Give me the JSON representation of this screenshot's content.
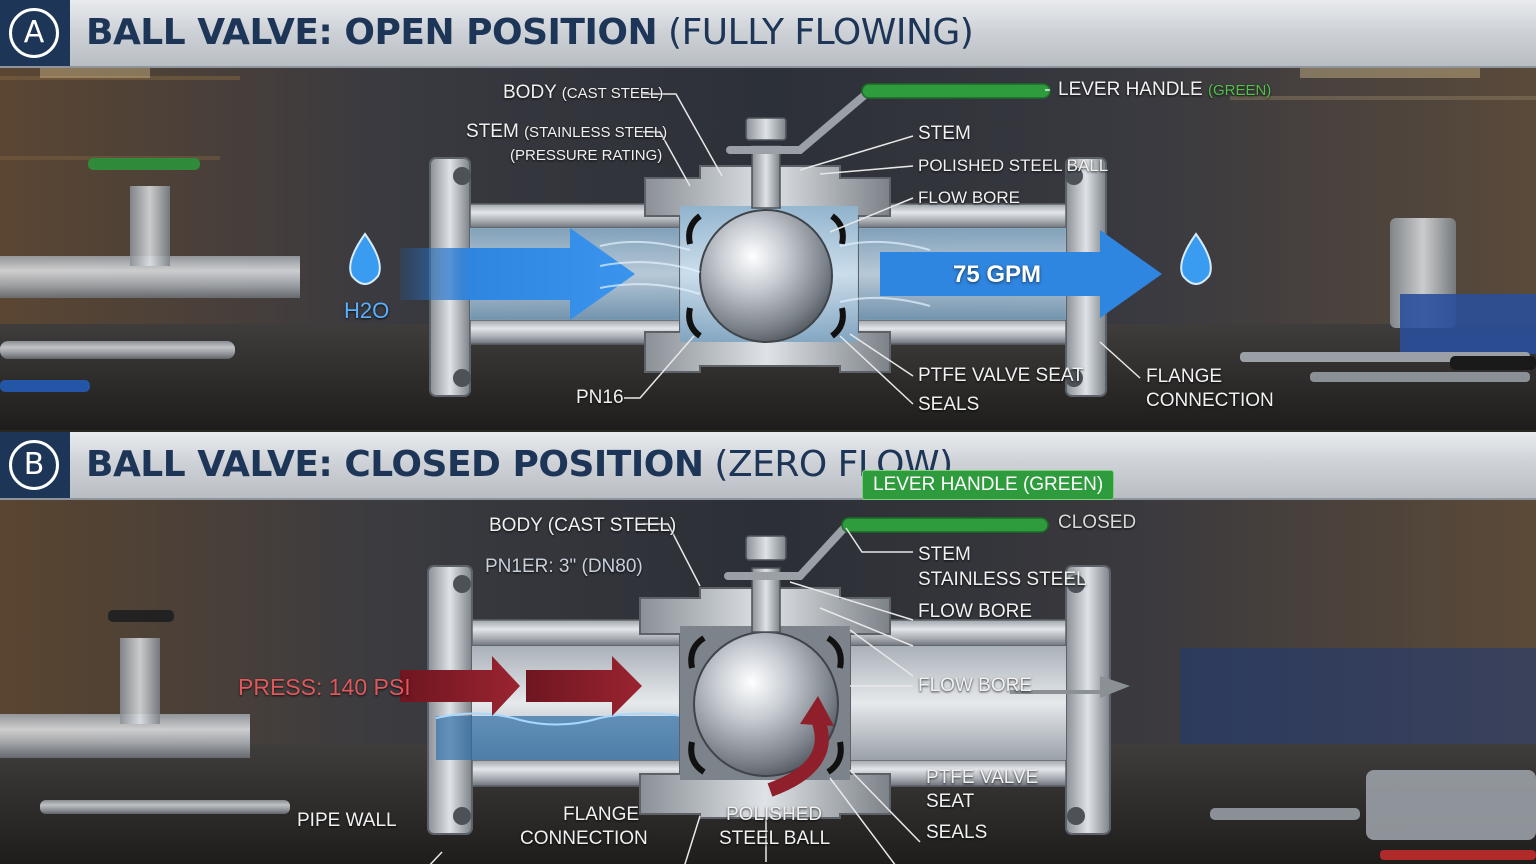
{
  "panel_a": {
    "badge": "A",
    "title_bold": "BALL VALVE: OPEN POSITION",
    "title_light": "(FULLY FLOWING)",
    "labels": {
      "body": "BODY",
      "body_sub": "(CAST STEEL)",
      "stem_left": "STEM",
      "stem_left_sub": "(STAINLESS STEEL)",
      "pressure_rating": "(PRESSURE RATING)",
      "lever": "LEVER HANDLE",
      "lever_sub": "(GREEN)",
      "stem": "STEM",
      "ball": "POLISHED STEEL BALL",
      "flow_bore": "FLOW BORE",
      "ptfe": "PTFE VALVE SEAT",
      "seals": "SEALS",
      "flange_1": "FLANGE",
      "flange_2": "CONNECTION",
      "pn16": "PN16",
      "h2o": "H2O",
      "flow_rate": "75 GPM"
    }
  },
  "panel_b": {
    "badge": "B",
    "title_bold": "BALL VALVE: CLOSED POSITION",
    "title_light": "(ZERO FLOW)",
    "labels": {
      "lever": "LEVER HANDLE (GREEN)",
      "closed": "CLOSED",
      "body": "BODY (CAST STEEL)",
      "size": "PN1ER: 3\" (DN80)",
      "stem": "STEM",
      "stainless": "STAINLESS STEEL",
      "flow_bore_top": "FLOW BORE",
      "flow_bore_mid": "FLOW BORE",
      "press": "PRESS: 140 PSI",
      "ptfe_1": "PTFE VALVE",
      "ptfe_2": "SEAT",
      "seals": "SEALS",
      "pipe_wall": "PIPE WALL",
      "flange_1": "FLANGE",
      "flange_2": "CONNECTION",
      "ball_1": "POLISHED",
      "ball_2": "STEEL BALL"
    }
  },
  "colors": {
    "header_navy": "#1d3557",
    "lever_green": "#2e9b3c",
    "flow_blue": "#2f86e0",
    "pressure_red": "#8f1f2a"
  }
}
